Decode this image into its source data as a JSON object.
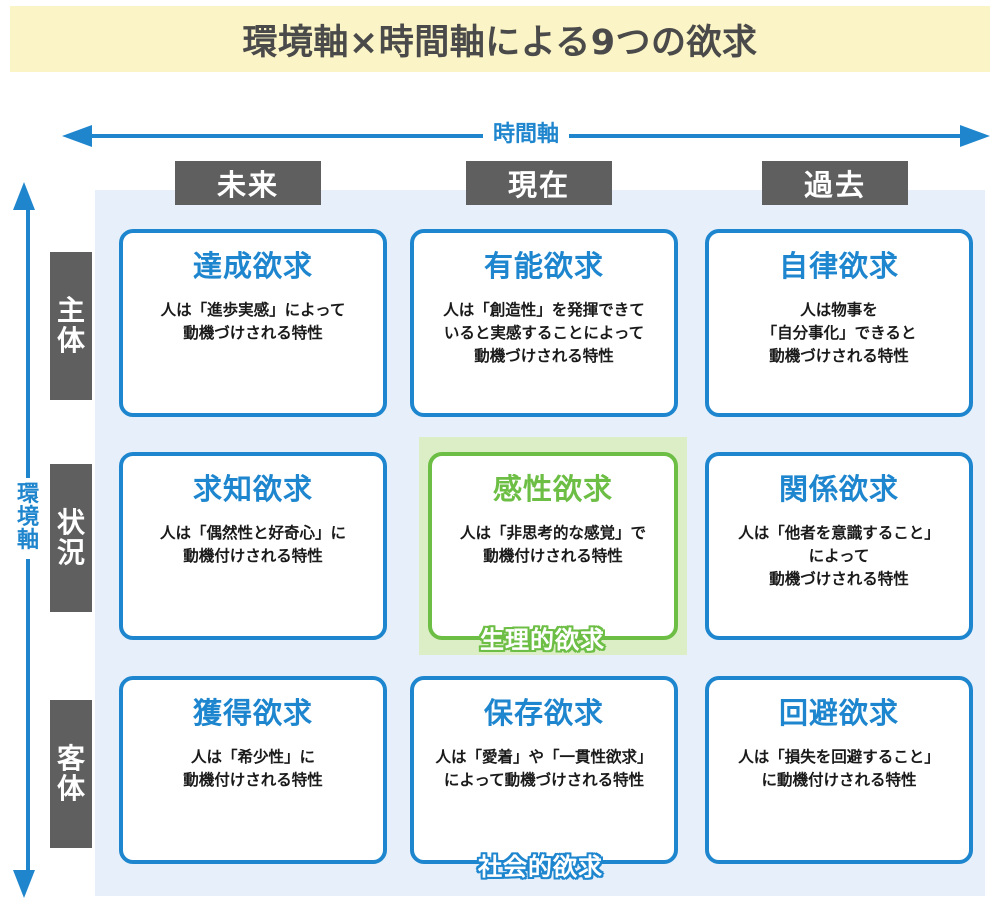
{
  "title": "環境軸×時間軸による9つの欲求",
  "axes": {
    "horizontal_label": "時間軸",
    "vertical_label_chars": [
      "環",
      "境",
      "軸"
    ],
    "vertical_label": "環境軸"
  },
  "columns": [
    {
      "key": "future",
      "label": "未来"
    },
    {
      "key": "present",
      "label": "現在"
    },
    {
      "key": "past",
      "label": "過去"
    }
  ],
  "rows": [
    {
      "key": "subject",
      "label": "主体",
      "chars": [
        "主",
        "体"
      ]
    },
    {
      "key": "situation",
      "label": "状況",
      "chars": [
        "状",
        "況"
      ]
    },
    {
      "key": "object",
      "label": "客体",
      "chars": [
        "客",
        "体"
      ]
    }
  ],
  "cells": [
    {
      "row": "subject",
      "column": "future",
      "accent": "#1E86CE",
      "highlight": false,
      "title": "達成欲求",
      "description": "人は「進歩実感」によって\n動機づけされる特性"
    },
    {
      "row": "subject",
      "column": "present",
      "accent": "#1E86CE",
      "highlight": false,
      "title": "有能欲求",
      "description": "人は「創造性」を発揮できて\nいると実感することによって\n動機づけされる特性"
    },
    {
      "row": "subject",
      "column": "past",
      "accent": "#1E86CE",
      "highlight": false,
      "title": "自律欲求",
      "description": "人は物事を\n「自分事化」できると\n動機づけされる特性"
    },
    {
      "row": "situation",
      "column": "future",
      "accent": "#1E86CE",
      "highlight": false,
      "title": "求知欲求",
      "description": "人は「偶然性と好奇心」に\n動機付けされる特性"
    },
    {
      "row": "situation",
      "column": "present",
      "accent": "#6DBE45",
      "highlight": true,
      "title": "感性欲求",
      "description": "人は「非思考的な感覚」で\n動機付けされる特性"
    },
    {
      "row": "situation",
      "column": "past",
      "accent": "#1E86CE",
      "highlight": false,
      "title": "関係欲求",
      "description": "人は「他者を意識すること」\nによって\n動機づけされる特性"
    },
    {
      "row": "object",
      "column": "future",
      "accent": "#1E86CE",
      "highlight": false,
      "title": "獲得欲求",
      "description": "人は「希少性」に\n動機付けされる特性"
    },
    {
      "row": "object",
      "column": "present",
      "accent": "#1E86CE",
      "highlight": false,
      "title": "保存欲求",
      "description": "人は「愛着」や「一貫性欲求」\nによって動機づけされる特性"
    },
    {
      "row": "object",
      "column": "past",
      "accent": "#1E86CE",
      "highlight": false,
      "title": "回避欲求",
      "description": "人は「損失を回避すること」\nに動機付けされる特性"
    }
  ],
  "group_labels": [
    {
      "key": "physiological",
      "text": "生理的欲求",
      "outline_color": "#6DBE45",
      "fill_color": "#FFFFFF"
    },
    {
      "key": "social",
      "text": "社会的欲求",
      "outline_color": "#1E86CE",
      "fill_color": "#FFFFFF"
    }
  ],
  "colors": {
    "title_banner": "#FBF4C6",
    "title_text": "#4A4A4A",
    "plate_background": "#E7F0FA",
    "accent_blue": "#1E86CE",
    "accent_green": "#6DBE45",
    "green_panel": "#DCEEC6",
    "chip_gray": "#5F5F5F",
    "card_background": "#FFFFFF"
  }
}
